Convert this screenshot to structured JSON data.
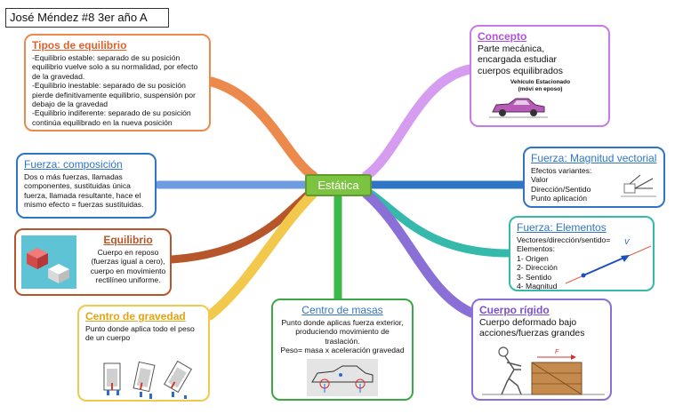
{
  "author": "José Méndez #8 3er año A",
  "center": "Estática",
  "colors": {
    "orange": "#ec8a4e",
    "purple": "#c87be8",
    "blue": "#2e76c3",
    "teal": "#34b9aa",
    "rust": "#b7562a",
    "violet": "#8a6fd6",
    "yellow": "#f2c94c",
    "green": "#3aa844",
    "branch_blue": "#6f9be0",
    "branch_green": "#3db94a"
  },
  "nodes": {
    "tipos": {
      "title": "Tipos de equilibrio",
      "body": "-Equilibrio estable: separado de su posición equilibrio vuelve solo a su normalidad, por efecto de la gravedad.\n-Equilibrio inestable: separado de su posición pierde definitivamente equilibrio, suspensión por debajo de la gravedad\n-Equilibrio indiferente: separado de su posición continúa equilibrado en la nueva posición"
    },
    "concepto": {
      "title": "Concepto",
      "body": "Parte mecánica, encargada estudiar cuerpos equilibrados",
      "caption": "Vehículo Estacionado\n(móvi en eposo)"
    },
    "composicion": {
      "title": "Fuerza: composición",
      "body": "Dos o más fuerzas, llamadas componentes, sustituidas única fuerza, llamada resultante, hace el mismo efecto = fuerzas sustituidas."
    },
    "magnitud": {
      "title": "Fuerza: Magnitud vectorial",
      "body": "Efectos variantes:\nValor\nDirección/Sentido\nPunto aplicación"
    },
    "equilibrio": {
      "title": "Equilibrio",
      "body": "Cuerpo en reposo (fuerzas igual a cero), cuerpo en movimiento rectilíneo uniforme."
    },
    "elementos": {
      "title": "Fuerza: Elementos",
      "body": "Vectores/dirección/sentido=\nElementos:\n1- Origen\n2- Dirección\n3- Sentido\n4- Magnitud",
      "vector_label": "V"
    },
    "gravedad": {
      "title": "Centro de gravedad",
      "body": "Punto donde aplica todo el peso de un cuerpo"
    },
    "masas": {
      "title": "Centro de masas",
      "body": "Punto donde aplicas fuerza exterior, produciendo movimiento de traslación.\nPeso= masa x aceleración gravedad"
    },
    "rigido": {
      "title": "Cuerpo rígido",
      "body": "Cuerpo deformado bajo acciones/fuerzas grandes",
      "force_label": "F"
    }
  }
}
